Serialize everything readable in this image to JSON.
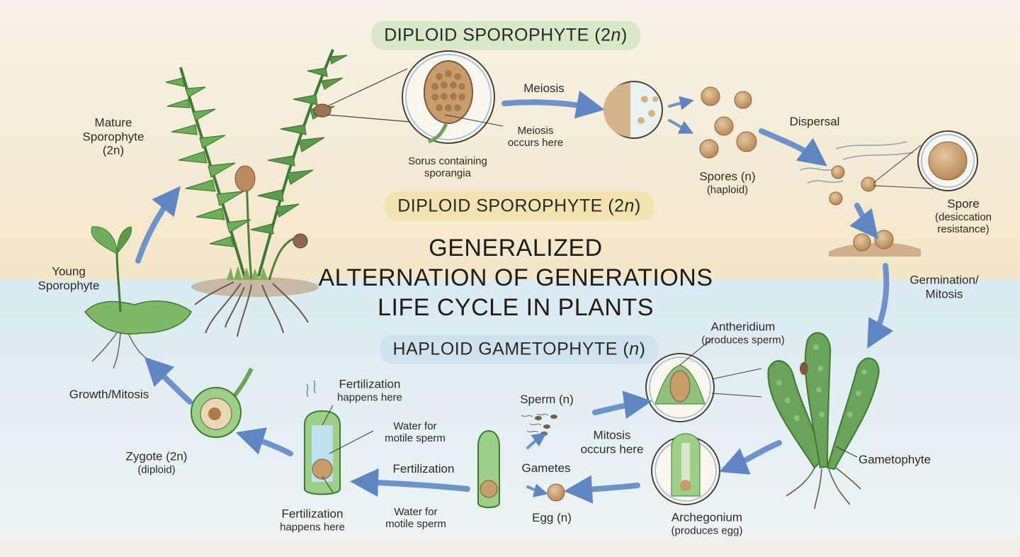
{
  "headings": {
    "top": "DIPLOID  SPOROPHYTE (2",
    "top_italic": "n",
    "top_end": ")",
    "middle": "DIPLOID SPOROPHYTE (2",
    "middle_italic": "n",
    "middle_end": ")",
    "bottom": "HAPLOID GAMETOPHYTE (",
    "bottom_italic": "n",
    "bottom_end": ")"
  },
  "title": {
    "line1": "GENERALIZED",
    "line2": "ALTERNATION OF GENERATIONS",
    "line3": "LIFE CYCLE IN PLANTS"
  },
  "labels": {
    "mature_sporophyte": [
      "Mature",
      "Sporophyte",
      "(2n)"
    ],
    "sorus": [
      "Sorus containing",
      "sporangia"
    ],
    "meiosis": "Meiosis",
    "meiosis_here": [
      "Meiosis",
      "occurs here"
    ],
    "spores": [
      "Spores (n)",
      "(haploid)"
    ],
    "dispersal": "Dispersal",
    "spore": [
      "Spore",
      "(desiccation",
      "resistance)"
    ],
    "germination": [
      "Germination/",
      "Mitosis"
    ],
    "antheridium": [
      "Antheridium",
      "(produces sperm)"
    ],
    "gametophyte": "Gametophyte",
    "archegonium": [
      "Archegonium",
      "(produces egg)"
    ],
    "mitosis_here": [
      "Mitosis",
      "occurs here"
    ],
    "sperm": "Sperm (n)",
    "gametes": "Gametes",
    "egg": "Egg (n)",
    "fertilization": "Fertilization",
    "water_top": [
      "Water for",
      "motile sperm"
    ],
    "water_bottom": [
      "Water for",
      "motile sperm"
    ],
    "fert_here_top": [
      "Fertilization",
      "happens here"
    ],
    "fert_here_bottom": [
      "Fertilization",
      "happens here"
    ],
    "zygote": [
      "Zygote (2n)",
      "(diploid)"
    ],
    "growth": "Growth/Mitosis",
    "young_sporophyte": [
      "Young",
      "Sporophyte"
    ]
  },
  "colors": {
    "background": "#f6f1e6",
    "diploid_band": "#f3e7c9",
    "haploid_band": "#dcebf2",
    "pill_green": "#d9e8c8",
    "pill_yellow": "#f3e3b0",
    "pill_blue": "#cfe3ee",
    "arrow_blue": "#6e93c8",
    "leaf_green": "#5e9a4c",
    "spore_brown": "#c9a172"
  }
}
